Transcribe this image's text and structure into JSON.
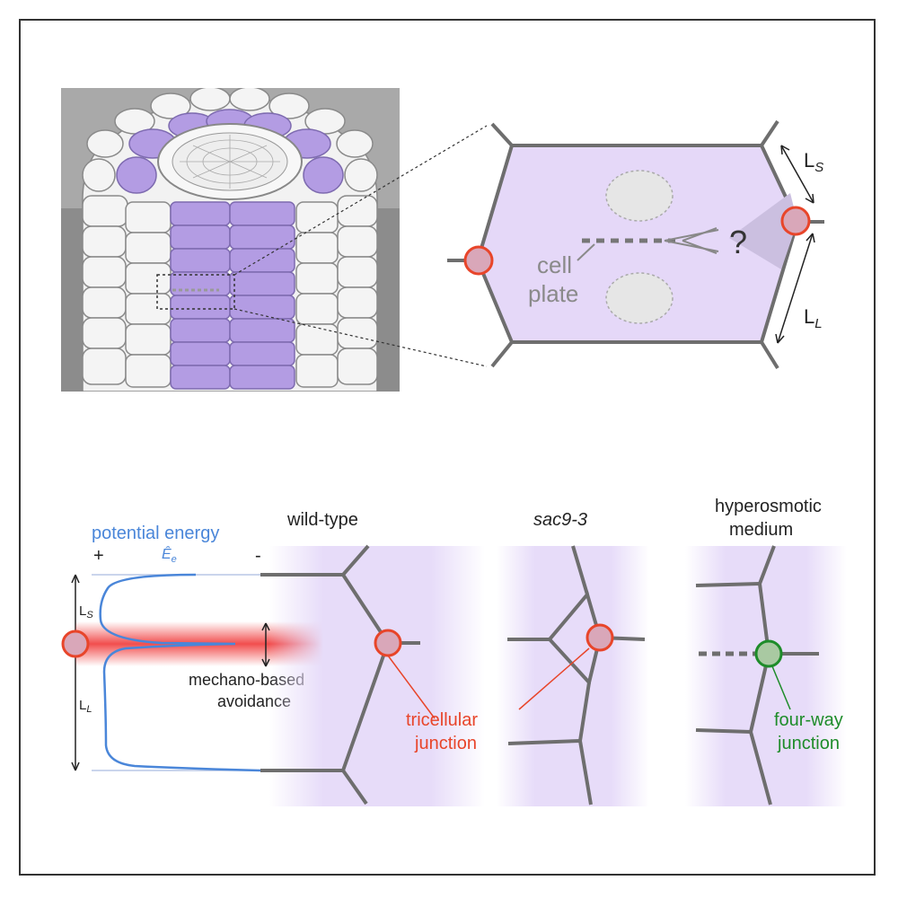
{
  "figure": {
    "zoom_panel": {
      "ls_label": "L",
      "ls_sub": "S",
      "ll_label": "L",
      "ll_sub": "L",
      "question_mark": "?",
      "cell_plate_line1": "cell",
      "cell_plate_line2": "plate"
    },
    "energy_panel": {
      "title": "potential energy",
      "plus": "+",
      "minus": "-",
      "energy_symbol": "Ê",
      "energy_sub": "e",
      "ls_label": "L",
      "ls_sub": "S",
      "ll_label": "L",
      "ll_sub": "L",
      "avoidance_line1": "mechano-based",
      "avoidance_line2": "avoidance"
    },
    "conditions": {
      "wild_type": "wild-type",
      "sac9": "sac9-3",
      "hyper_line1": "hyperosmotic",
      "hyper_line2": "medium"
    },
    "junctions": {
      "tricellular_line1": "tricellular",
      "tricellular_line2": "junction",
      "fourway_line1": "four-way",
      "fourway_line2": "junction"
    },
    "colors": {
      "purple_cell": "#b39ce3",
      "light_purple": "#e7dcf9",
      "wall_gray": "#6e6e6e",
      "junction_red": "#e8452a",
      "junction_green": "#1e8c2a",
      "energy_blue": "#4a86d9"
    }
  }
}
